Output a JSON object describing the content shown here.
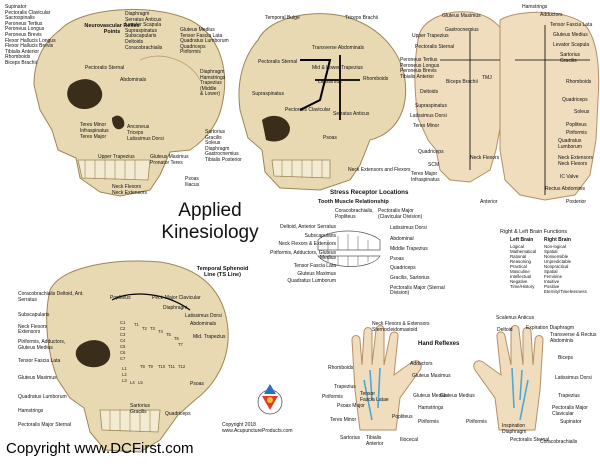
{
  "title": {
    "line1": "Applied",
    "line2": "Kinesiology"
  },
  "copyright": "Copyright www.DCFirst.com",
  "footer": {
    "copyright_year": "Copyright 2018",
    "website": "www.AcupunctureProducts.com"
  },
  "colors": {
    "bone": "#e7d8b0",
    "bone_shade": "#c9b584",
    "skin": "#f0ddbd",
    "meridian": "#4da8d8",
    "leader": "#000000",
    "text": "#111111"
  },
  "skull1": {
    "left_list": [
      "Supinator",
      "Pectoralis Clavicular",
      "Sacrospinalis",
      "Peroneus Tertius",
      "Peroneus Longus",
      "Peroneus Brevis",
      "Flexor Hallucis Longus",
      "Flexor Hallucis Brevis",
      "Tibialis Anterior",
      "Rhomboids",
      "Biceps Brachii"
    ],
    "title": "Neurovascular Reflex Points",
    "top_list": [
      "Diaphragm",
      "Serratus Anticus",
      "Levator Scapula",
      "Supraspinatus",
      "Subscapularis",
      "Deltoids",
      "Coracobrachialis"
    ],
    "right_list": [
      "Gluteus Medius",
      "Tensor Fascia Lata",
      "Quadratus Lumborum",
      "Quadriceps",
      "Piriformis"
    ],
    "right_list2": [
      "Diaphragm",
      "Hamstrings",
      "Trapezius",
      "(Middle",
      "& Lower)"
    ],
    "right_list3": [
      "Sartorius",
      "Gracilis",
      "Soleus",
      "Diaphragm",
      "Gastrocnemius",
      "Tibialis Posterior"
    ],
    "pectoralis_sternal": "Pectoralis Sternal",
    "abdominals": "Abdominals",
    "teres_minor": "Teres Minor",
    "infraspinatus": "Infraspinatus",
    "teres_major": "Teres Major",
    "anconeus": "Anconeus",
    "triceps": "Triceps",
    "latissimus": "Latissimus Dorsi",
    "upper_trap": "Upper Trapezius",
    "gluteus_max": "Gluteus Maximus",
    "pronator": "Pronator Teres",
    "psoas": "Psoas",
    "iliacus": "Iliacus",
    "neck_flexors": "Neck Flexors",
    "neck_extensors": "Neck Extensors"
  },
  "skull2": {
    "title": "Stress Receptor Locations",
    "temporal_bulge": "Temporal Bulge",
    "triceps_brachii": "Triceps Brachii",
    "pectoralis_sternal": "Pectoralis Sternal",
    "transverse_abdominals": "Transverse Abdominals",
    "supraspinatus": "Supraspinatus",
    "mid_lower_trap": "Mid & Lower Trapezius",
    "latissimus": "Latissimus",
    "rhomboids": "Rhomboids",
    "pect_clavicular": "Pectoralis Clavicular",
    "serratus": "Serratus Anticus",
    "psoas": "Psoas",
    "neck_ext": "Neck Extensors and Flexors"
  },
  "heads": {
    "hamstrings": "Hamstrings",
    "adductors": "Adductors",
    "gluteus_maximus": "Gluteus Maximus",
    "gastrocnemius": "Gastrocnemius",
    "upper_trap": "Upper Trapezius",
    "pect_sternal": "Pectoralis Sternal",
    "peroneus": [
      "Peroneus Tertius",
      "Peroneus Longus",
      "Peroneus Brevis",
      "Tibialis Anterior"
    ],
    "biceps": "Biceps Brachii",
    "deltoids": "Deltoids",
    "supraspinatus": "Supraspinatus",
    "latissimus": "Latissimus Dorsi",
    "teres_minor": "Teres Minor",
    "quadriceps": "Quadriceps",
    "scm": "SCM",
    "teres_major": "Teres Major",
    "infraspinatus": "Infraspinatus",
    "neck_flexors": "Neck Flexors",
    "tmj": "TMJ",
    "anterior": "Anterior",
    "tensor": "Tensor Fascia Lata",
    "gluteus_medius": "Gluteus Medius",
    "levator": "Levator Scapula",
    "sartorius": "Sartorius",
    "gracilis": "Gracilis",
    "rhomboids": "Rhomboids",
    "quadriceps2": "Quadriceps",
    "soleus": "Soleus",
    "popliteus": "Popliteus",
    "piriformis": "Piriformis",
    "quadratus": "Quadratus Lumborum",
    "neck_ext": "Neck Extensors",
    "neck_flex2": "Neck Flexors",
    "ic_valve": "IC Valve",
    "rectus": "Rectus Abdominis",
    "posterior": "Posterior"
  },
  "teeth": {
    "title": "Tooth Muscle Relationship",
    "left": [
      "Deltoid, Anterior Serratus",
      "Subscapularis",
      "Neck Flexors & Extensors",
      "Piriformis, Adductors, Gluteus Medius",
      "Tensor Fascia Lata",
      "Gluteus Maximus",
      "Quadratus Lumborum"
    ],
    "top": [
      "Coracobrachialis, Popliteus",
      "Pectoralis Major (Clavicular Division)"
    ],
    "right": [
      "Latissimus Dorsi",
      "Abdominal",
      "Middle Trapezius",
      "Psoas",
      "Quadriceps",
      "Gracilis, Sartorius",
      "Pectoralis Major (Sternal Division)"
    ]
  },
  "brain": {
    "title": "Right & Left Brain Functions",
    "left_head": "Left Brain",
    "right_head": "Right Brain",
    "left": [
      "Logical",
      "Mathematical",
      "Rational",
      "Reasoning",
      "Practical",
      "Masculine",
      "Intellectual",
      "Negative",
      "Time/History"
    ],
    "right": [
      "Non-logical",
      "Spatial",
      "Nonsensible",
      "Unpredictable",
      "Nonpractical",
      "Spatial",
      "Feminine",
      "Intuitive",
      "Positive",
      "Eternity/Timelessness"
    ]
  },
  "skull3": {
    "title": "Temporal Sphenoid Line (TS Line)",
    "left": [
      "Coracobrachialis Deltoid, Ant. Serratus",
      "Subscapularis",
      "Neck Flexors Extensors",
      "Piriformis, Adductors, Gluteus Medius",
      "Tensor Fascia Lata",
      "Gluteus Maximus",
      "Quadratus Lumborum",
      "Hamstrings",
      "Pectoralis Major Sternal"
    ],
    "top": [
      "Popliteus",
      "Pect. Major Clavicular",
      "Diaphragm",
      "Latissimus Dorsi",
      "Abdominals",
      "Mid. Trapezius"
    ],
    "psoas": "Psoas",
    "sartorius": "Sartorius",
    "gracilis": "Gracilis",
    "quadriceps": "Quadriceps",
    "vertebra": [
      "C1",
      "C2",
      "C3",
      "C4",
      "C5",
      "C6",
      "C7",
      "T1",
      "T2",
      "T3",
      "T4",
      "T5",
      "T6",
      "T7",
      "T8",
      "T9",
      "T10",
      "T11",
      "T12",
      "L1",
      "L2",
      "L3",
      "L4",
      "L5"
    ]
  },
  "hands": {
    "title": "Hand Reflexes",
    "top": [
      "Neck Flexors & Extensors",
      "Sternocleidomastoid"
    ],
    "left": [
      "Rhomboids",
      "Trapezius",
      "Piriformis",
      "Psoas Major",
      "Teres Minor",
      "Sartorius"
    ],
    "palm": [
      "Adductors",
      "Gluteus Maximus",
      "Gluteus Medius",
      "Tensor Fascia Latae",
      "Hamstrings",
      "Popliteus",
      "Piriformis",
      "Tibialis Anterior",
      "Iliocecal"
    ],
    "right": [
      "Scalenus Anticus",
      "Deltoid",
      "Expiration Diaphragm",
      "Transverse & Rectus Abdominis",
      "Biceps",
      "Latissimus Dorsi",
      "Trapezius",
      "Pectoralis Major Clavicular",
      "Supinator",
      "Inspiration Diaphragm",
      "Coracobrachialis"
    ],
    "palm2": [
      "Gluteus Medius",
      "Piriformis",
      "Pectoralis Sternal"
    ]
  }
}
